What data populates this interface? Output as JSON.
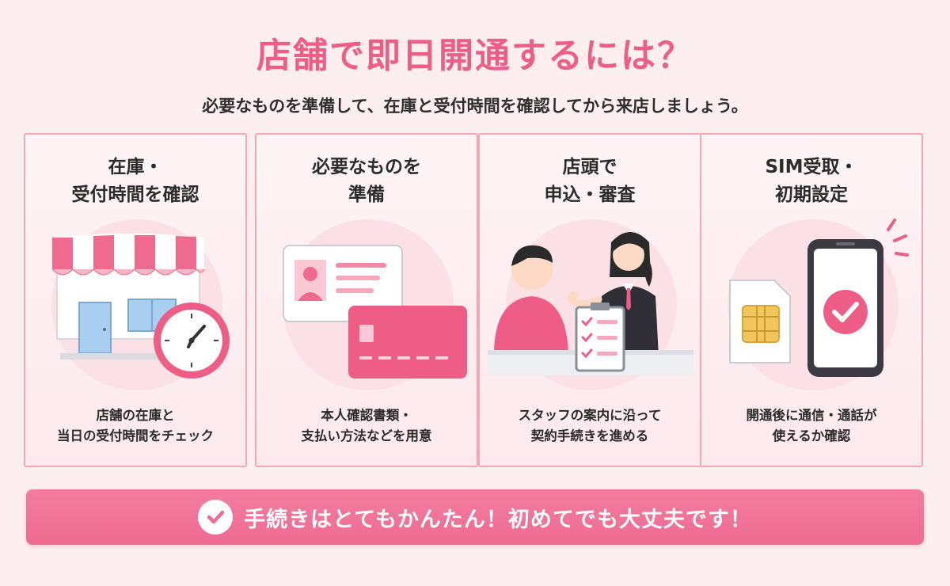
{
  "page": {
    "title": "店舗で即日開通するには？",
    "subtitle": "必要なものを準備して、在庫と受付時間を確認してから来店しましょう。"
  },
  "steps": [
    {
      "title": [
        "在庫・",
        "受付時間を確認"
      ],
      "desc": [
        "店舗の在庫と",
        "当日の受付時間をチェック"
      ],
      "icon": "store-clock"
    },
    {
      "title": [
        "必要なものを",
        "準備"
      ],
      "desc": [
        "本人確認書類・",
        "支払い方法などを用意"
      ],
      "icon": "id-card-credit-card"
    },
    {
      "title": [
        "店頭で",
        "申込・審査"
      ],
      "desc": [
        "スタッフの案内に沿って",
        "契約手続きを進める"
      ],
      "icon": "staff-counter"
    },
    {
      "title": [
        "SIM受取・",
        "初期設定"
      ],
      "desc": [
        "開通後に通信・通話が",
        "使えるか確認"
      ],
      "icon": "sim-smartphone-check"
    }
  ],
  "banner": {
    "text": "手続きはとてもかんたん！初めてでも大丈夫です！",
    "icon": "check-circle-icon"
  },
  "colors": {
    "accent": "#ee5d86",
    "background": "#fdeef0",
    "card_border": "#f3a8b8",
    "banner": "#f07498"
  }
}
